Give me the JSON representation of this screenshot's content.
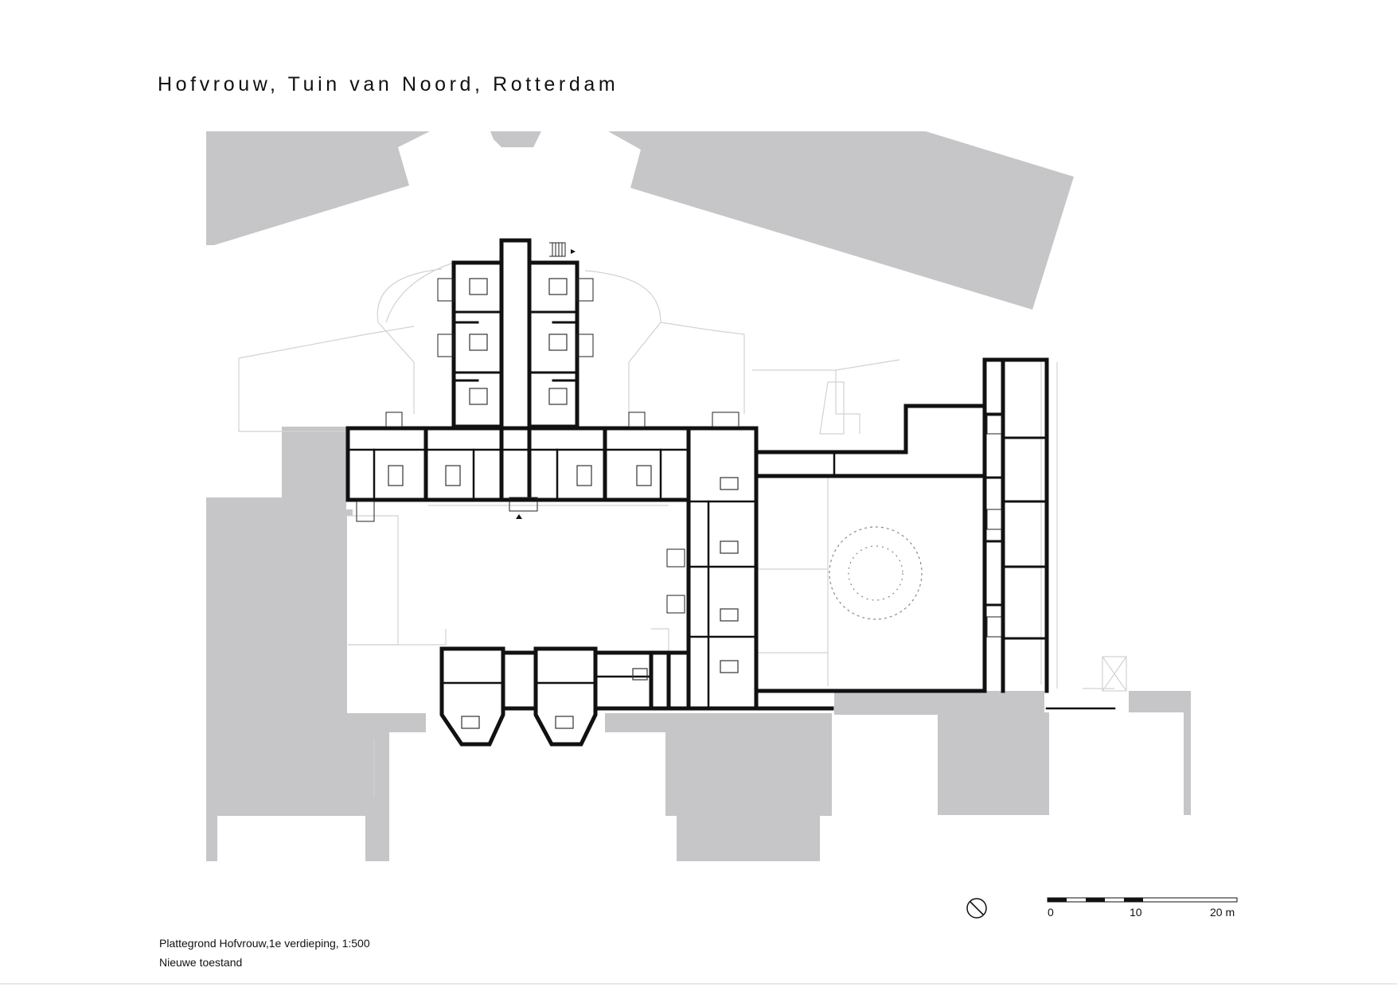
{
  "sheet": {
    "title": "Hofvrouw, Tuin van Noord, Rotterdam",
    "caption_line1": "Plattegrond Hofvrouw,1e verdieping, 1:500",
    "caption_line2": "Nieuwe toestand"
  },
  "scale_bar": {
    "labels": [
      "0",
      "10",
      "20 m"
    ]
  },
  "colors": {
    "neighbour_fill": "#c6c6c9",
    "wall": "#111111",
    "context_line": "#cfcfcf"
  },
  "icons": {
    "north_arrow": "north-arrow-icon",
    "entrance_marker": "triangle-marker-icon"
  }
}
